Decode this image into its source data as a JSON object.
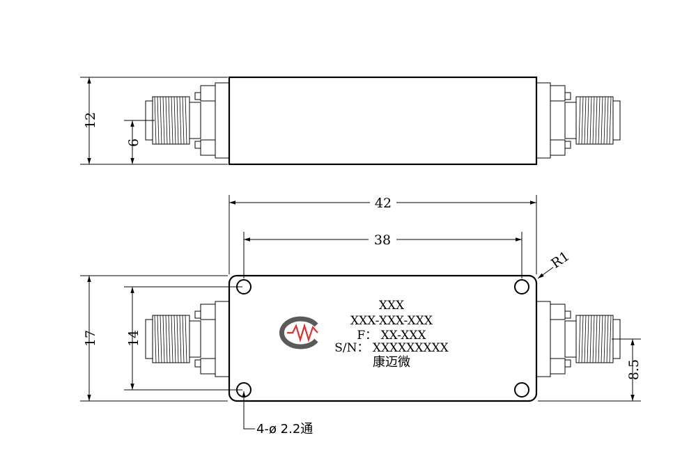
{
  "dimensions": {
    "side_height": "12",
    "side_connector_center": "6",
    "overall_length": "42",
    "hole_spacing": "38",
    "corner_radius": "R1",
    "top_height": "17",
    "hole_spacing_vertical": "14",
    "connector_offset": "8.5",
    "holes": "4-ø 2.2通"
  },
  "label": {
    "line1": "XXX",
    "line2": "XXX-XXX-XXX",
    "line3": "F： XX-XXX",
    "line4": "S/N： XXXXXXXXX",
    "line5": "康迈微"
  },
  "colors": {
    "line": "#000000",
    "logo_gray": "#5a5a5a",
    "logo_red": "#e0312a"
  },
  "icons": {
    "logo": "kangmaiwei-logo-icon",
    "connector": "sma-connector-icon"
  }
}
